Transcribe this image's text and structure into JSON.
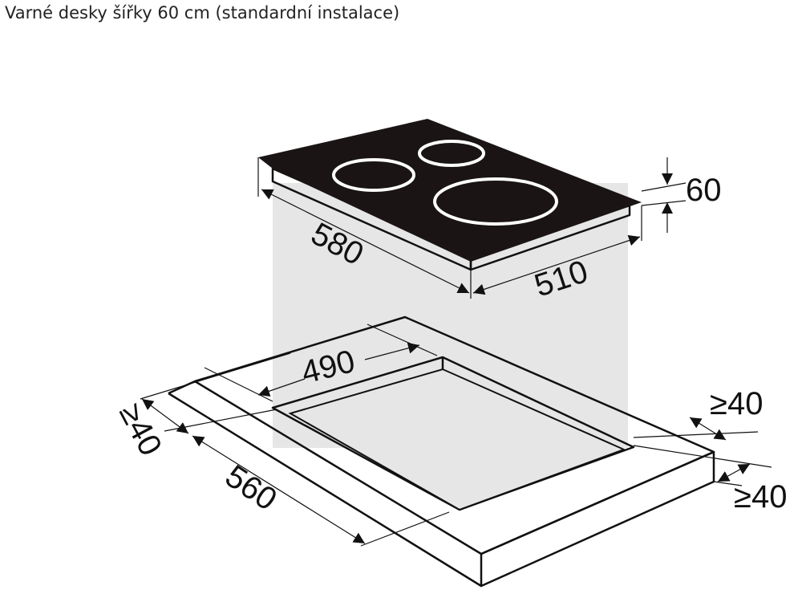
{
  "title": "Varné desky šířky 60 cm (standardní instalace)",
  "dimensions": {
    "hob_depth": "580",
    "hob_width": "510",
    "hob_height": "60",
    "cutout_width": "490",
    "cutout_depth": "560",
    "min_back_clearance": "≥40",
    "min_side_clearance": "≥40",
    "min_front_clearance": "≥40"
  },
  "colors": {
    "hob": "#1a1414",
    "shade": "#e6e6e6",
    "line": "#111111"
  }
}
